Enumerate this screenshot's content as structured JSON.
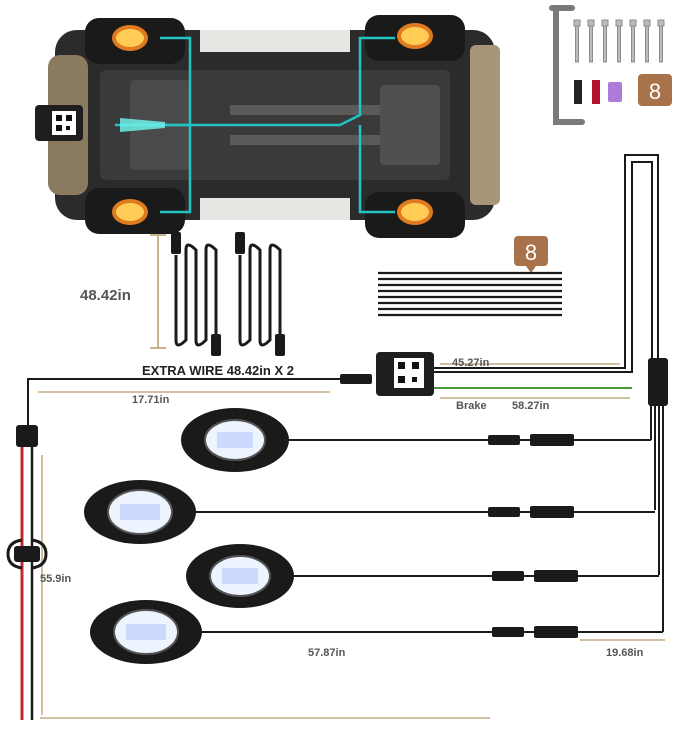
{
  "labels": {
    "extra_wire_length": "48.42in",
    "extra_wire_caption": "EXTRA WIRE 48.42in X 2",
    "wire_controller_right": "45.27in",
    "wire_controller_left": "17.71in",
    "brake_label": "Brake",
    "wire_brake": "58.27in",
    "wire_vertical_left": "55.9in",
    "wire_bottom_left": "57.87in",
    "wire_bottom_right": "19.68in"
  },
  "badges": {
    "screws_count": "8",
    "zip_ties_count": "8"
  },
  "colors": {
    "wire": "#222222",
    "accent_cyan": "#22c3c0",
    "badge": "#a8724a",
    "power_red": "#c0282f",
    "brake_green": "#4a9a3a",
    "dim_line": "#b89a6a",
    "pod_glow": "#eef4ff"
  },
  "icons": {
    "controller": "controller-box-icon",
    "qr": "qr-code-icon",
    "fuse": "fuse-holder-icon",
    "hex_key": "hex-key-icon"
  }
}
